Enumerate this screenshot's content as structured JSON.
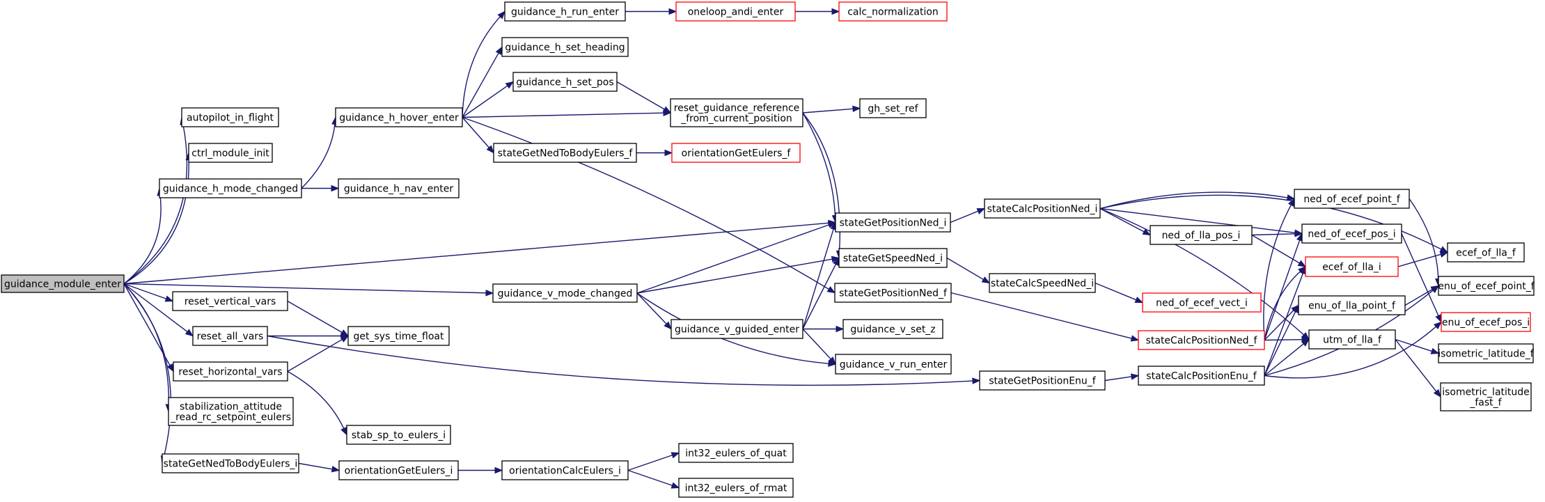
{
  "graph": {
    "colors": {
      "edge": "#191970",
      "node_border": "#000000",
      "truncated_border": "#ff0000",
      "root_fill": "#bfbfbf"
    },
    "nodes": [
      {
        "id": "gme",
        "lines": [
          "guidance_module_enter"
        ],
        "root": true
      },
      {
        "id": "aif",
        "lines": [
          "autopilot_in_flight"
        ]
      },
      {
        "id": "cmi",
        "lines": [
          "ctrl_module_init"
        ]
      },
      {
        "id": "ghmc",
        "lines": [
          "guidance_h_mode_changed"
        ]
      },
      {
        "id": "ghhe",
        "lines": [
          "guidance_h_hover_enter"
        ]
      },
      {
        "id": "ghne",
        "lines": [
          "guidance_h_nav_enter"
        ]
      },
      {
        "id": "ghre",
        "lines": [
          "guidance_h_run_enter"
        ]
      },
      {
        "id": "ghsh",
        "lines": [
          "guidance_h_set_heading"
        ]
      },
      {
        "id": "ghsp",
        "lines": [
          "guidance_h_set_pos"
        ]
      },
      {
        "id": "sgntbef",
        "lines": [
          "stateGetNedToBodyEulers_f"
        ]
      },
      {
        "id": "oae",
        "lines": [
          "oneloop_andi_enter"
        ],
        "red": true
      },
      {
        "id": "cn",
        "lines": [
          "calc_normalization"
        ],
        "red": true
      },
      {
        "id": "rgr",
        "lines": [
          "reset_guidance_reference",
          "_from_current_position"
        ]
      },
      {
        "id": "ogef",
        "lines": [
          "orientationGetEulers_f"
        ],
        "red": true
      },
      {
        "id": "gsr",
        "lines": [
          "gh_set_ref"
        ]
      },
      {
        "id": "sgpni",
        "lines": [
          "stateGetPositionNed_i"
        ]
      },
      {
        "id": "sgsni",
        "lines": [
          "stateGetSpeedNed_i"
        ]
      },
      {
        "id": "sgpnf",
        "lines": [
          "stateGetPositionNed_f"
        ]
      },
      {
        "id": "gvmc",
        "lines": [
          "guidance_v_mode_changed"
        ]
      },
      {
        "id": "gvge",
        "lines": [
          "guidance_v_guided_enter"
        ]
      },
      {
        "id": "gvsz",
        "lines": [
          "guidance_v_set_z"
        ]
      },
      {
        "id": "gvre",
        "lines": [
          "guidance_v_run_enter"
        ]
      },
      {
        "id": "rvv",
        "lines": [
          "reset_vertical_vars"
        ]
      },
      {
        "id": "rav",
        "lines": [
          "reset_all_vars"
        ]
      },
      {
        "id": "rhv",
        "lines": [
          "reset_horizontal_vars"
        ]
      },
      {
        "id": "gstf",
        "lines": [
          "get_sys_time_float"
        ]
      },
      {
        "id": "sarrse",
        "lines": [
          "stabilization_attitude",
          "_read_rc_setpoint_eulers"
        ]
      },
      {
        "id": "sspte",
        "lines": [
          "stab_sp_to_eulers_i"
        ]
      },
      {
        "id": "sgntbei",
        "lines": [
          "stateGetNedToBodyEulers_i"
        ]
      },
      {
        "id": "ogei",
        "lines": [
          "orientationGetEulers_i"
        ]
      },
      {
        "id": "ocei",
        "lines": [
          "orientationCalcEulers_i"
        ]
      },
      {
        "id": "ieoq",
        "lines": [
          "int32_eulers_of_quat"
        ]
      },
      {
        "id": "ieor",
        "lines": [
          "int32_eulers_of_rmat"
        ]
      },
      {
        "id": "scpni",
        "lines": [
          "stateCalcPositionNed_i"
        ]
      },
      {
        "id": "scsni",
        "lines": [
          "stateCalcSpeedNed_i"
        ]
      },
      {
        "id": "sgpef",
        "lines": [
          "stateGetPositionEnu_f"
        ]
      },
      {
        "id": "scpef",
        "lines": [
          "stateCalcPositionEnu_f"
        ]
      },
      {
        "id": "scpnf",
        "lines": [
          "stateCalcPositionNed_f"
        ],
        "red": true
      },
      {
        "id": "noev",
        "lines": [
          "ned_of_ecef_vect_i"
        ],
        "red": true
      },
      {
        "id": "nolp",
        "lines": [
          "ned_of_lla_pos_i"
        ]
      },
      {
        "id": "noepf",
        "lines": [
          "ned_of_ecef_point_f"
        ]
      },
      {
        "id": "noepi",
        "lines": [
          "ned_of_ecef_pos_i"
        ]
      },
      {
        "id": "eoli",
        "lines": [
          "ecef_of_lla_i"
        ],
        "red": true
      },
      {
        "id": "eolpf",
        "lines": [
          "enu_of_lla_point_f"
        ]
      },
      {
        "id": "uolf",
        "lines": [
          "utm_of_lla_f"
        ]
      },
      {
        "id": "eolf",
        "lines": [
          "ecef_of_lla_f"
        ]
      },
      {
        "id": "eoepf",
        "lines": [
          "enu_of_ecef_point_f"
        ]
      },
      {
        "id": "eoepi",
        "lines": [
          "enu_of_ecef_pos_i"
        ],
        "red": true
      },
      {
        "id": "ilf",
        "lines": [
          "isometric_latitude_f"
        ]
      },
      {
        "id": "ilff",
        "lines": [
          "isometric_latitude",
          "_fast_f"
        ]
      }
    ],
    "edges": [
      [
        "gme",
        "aif"
      ],
      [
        "gme",
        "cmi"
      ],
      [
        "gme",
        "ghmc"
      ],
      [
        "gme",
        "sgpni"
      ],
      [
        "gme",
        "gvmc"
      ],
      [
        "gme",
        "rvv"
      ],
      [
        "gme",
        "rav"
      ],
      [
        "gme",
        "rhv"
      ],
      [
        "gme",
        "sarrse"
      ],
      [
        "gme",
        "sgntbei"
      ],
      [
        "ghmc",
        "ghhe"
      ],
      [
        "ghmc",
        "ghne"
      ],
      [
        "ghhe",
        "ghre"
      ],
      [
        "ghhe",
        "ghsh"
      ],
      [
        "ghhe",
        "ghsp"
      ],
      [
        "ghhe",
        "rgr"
      ],
      [
        "ghhe",
        "sgntbef"
      ],
      [
        "ghhe",
        "sgpnf"
      ],
      [
        "ghre",
        "oae"
      ],
      [
        "oae",
        "cn"
      ],
      [
        "ghsp",
        "rgr"
      ],
      [
        "rgr",
        "gsr"
      ],
      [
        "rgr",
        "sgpni"
      ],
      [
        "rgr",
        "sgsni"
      ],
      [
        "sgntbef",
        "ogef"
      ],
      [
        "gvmc",
        "sgpni"
      ],
      [
        "gvmc",
        "sgsni"
      ],
      [
        "gvmc",
        "gvge"
      ],
      [
        "gvmc",
        "gvre"
      ],
      [
        "gvge",
        "sgpni"
      ],
      [
        "gvge",
        "sgsni"
      ],
      [
        "gvge",
        "gvsz"
      ],
      [
        "gvge",
        "gvre"
      ],
      [
        "rvv",
        "gstf"
      ],
      [
        "rav",
        "gstf"
      ],
      [
        "rav",
        "sgpef"
      ],
      [
        "rhv",
        "gstf"
      ],
      [
        "rhv",
        "sspte"
      ],
      [
        "sgntbei",
        "ogei"
      ],
      [
        "ogei",
        "ocei"
      ],
      [
        "ocei",
        "ieoq"
      ],
      [
        "ocei",
        "ieor"
      ],
      [
        "sgpni",
        "scpni"
      ],
      [
        "sgsni",
        "scsni"
      ],
      [
        "scsni",
        "noev"
      ],
      [
        "sgpnf",
        "scpnf"
      ],
      [
        "sgpef",
        "scpef"
      ],
      [
        "scpni",
        "noepf"
      ],
      [
        "scpni",
        "noepi"
      ],
      [
        "scpni",
        "nolp"
      ],
      [
        "scpni",
        "eolf"
      ],
      [
        "scpni",
        "uolf"
      ],
      [
        "nolp",
        "noepi"
      ],
      [
        "nolp",
        "eoli"
      ],
      [
        "scpnf",
        "noepf"
      ],
      [
        "scpnf",
        "noepi"
      ],
      [
        "scpnf",
        "eoli"
      ],
      [
        "scpnf",
        "eolpf"
      ],
      [
        "scpnf",
        "uolf"
      ],
      [
        "scpef",
        "eoli"
      ],
      [
        "scpef",
        "eolpf"
      ],
      [
        "scpef",
        "uolf"
      ],
      [
        "scpef",
        "eoepf"
      ],
      [
        "scpef",
        "eoepi"
      ],
      [
        "noepf",
        "eoepf"
      ],
      [
        "noepi",
        "eoepi"
      ],
      [
        "eoli",
        "eolf"
      ],
      [
        "eolpf",
        "eoepf"
      ],
      [
        "uolf",
        "ilf"
      ],
      [
        "uolf",
        "ilff"
      ]
    ]
  }
}
